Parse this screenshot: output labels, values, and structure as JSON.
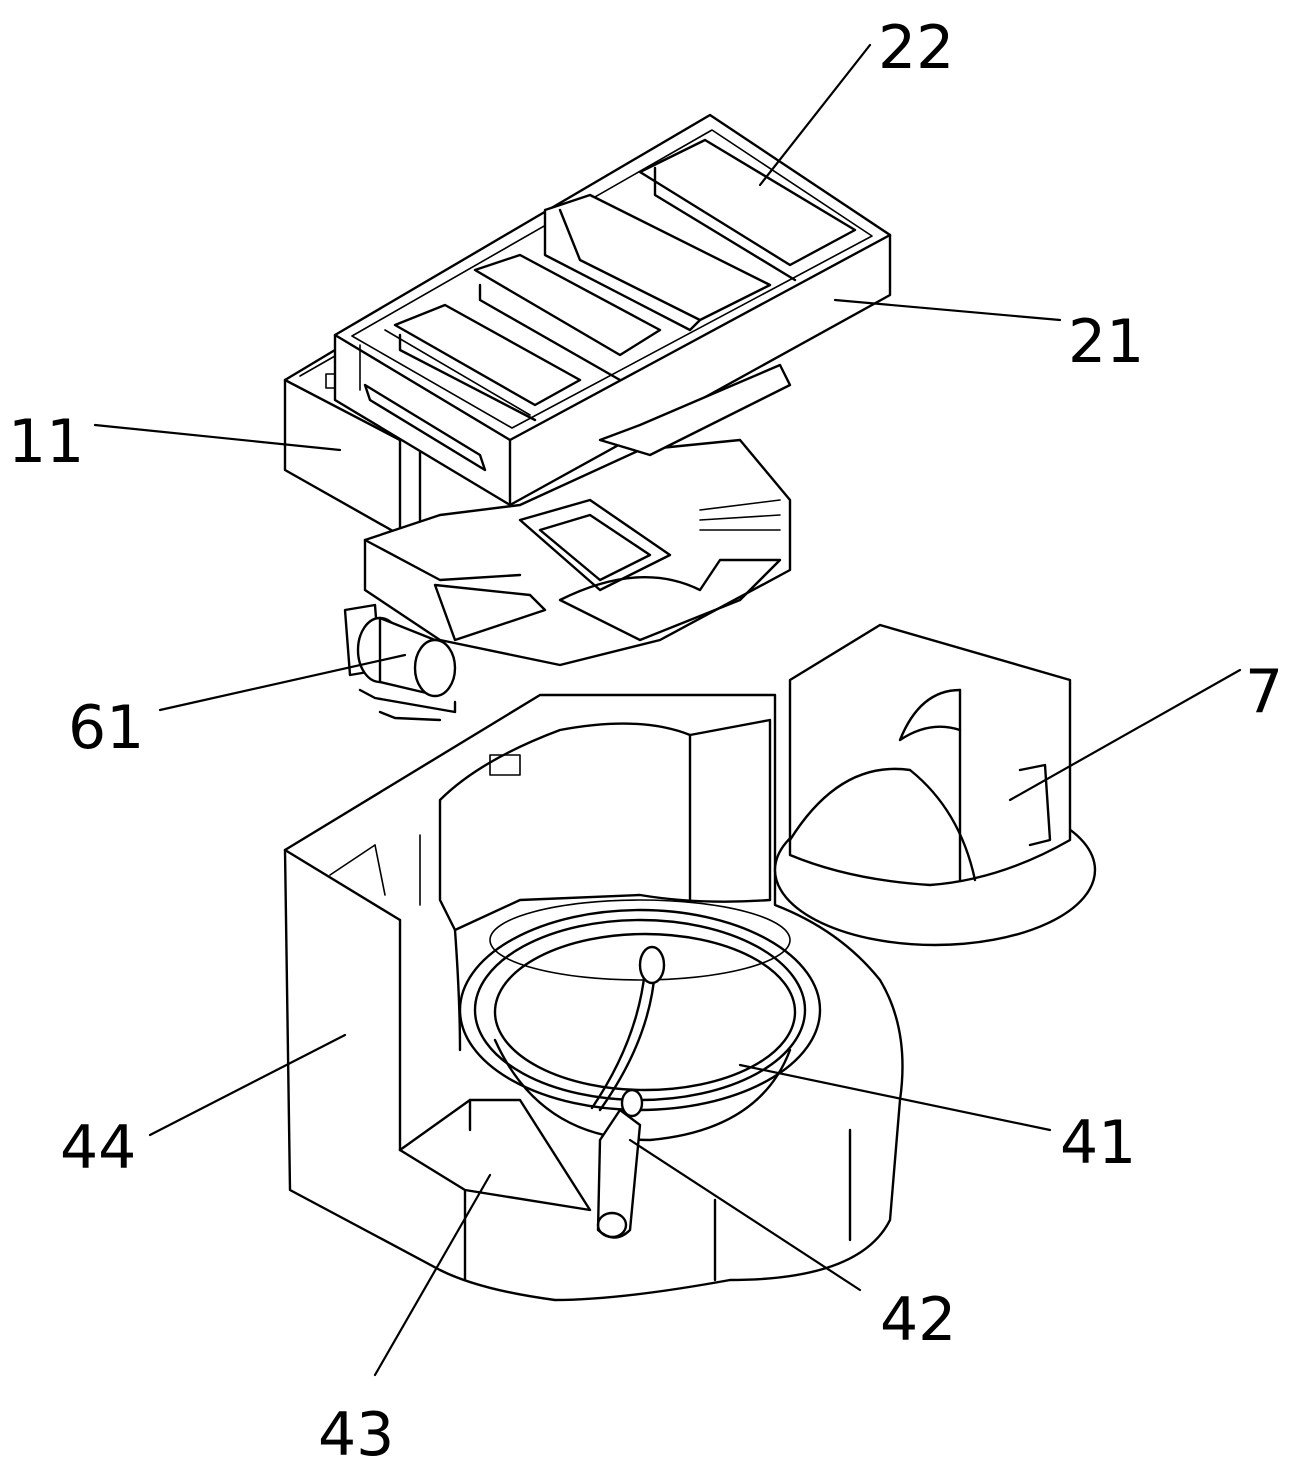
{
  "reference_numerals": {
    "n22": "22",
    "n21": "21",
    "n11": "11",
    "n61": "61",
    "n7": "7",
    "n44": "44",
    "n41": "41",
    "n42": "42",
    "n43": "43"
  }
}
